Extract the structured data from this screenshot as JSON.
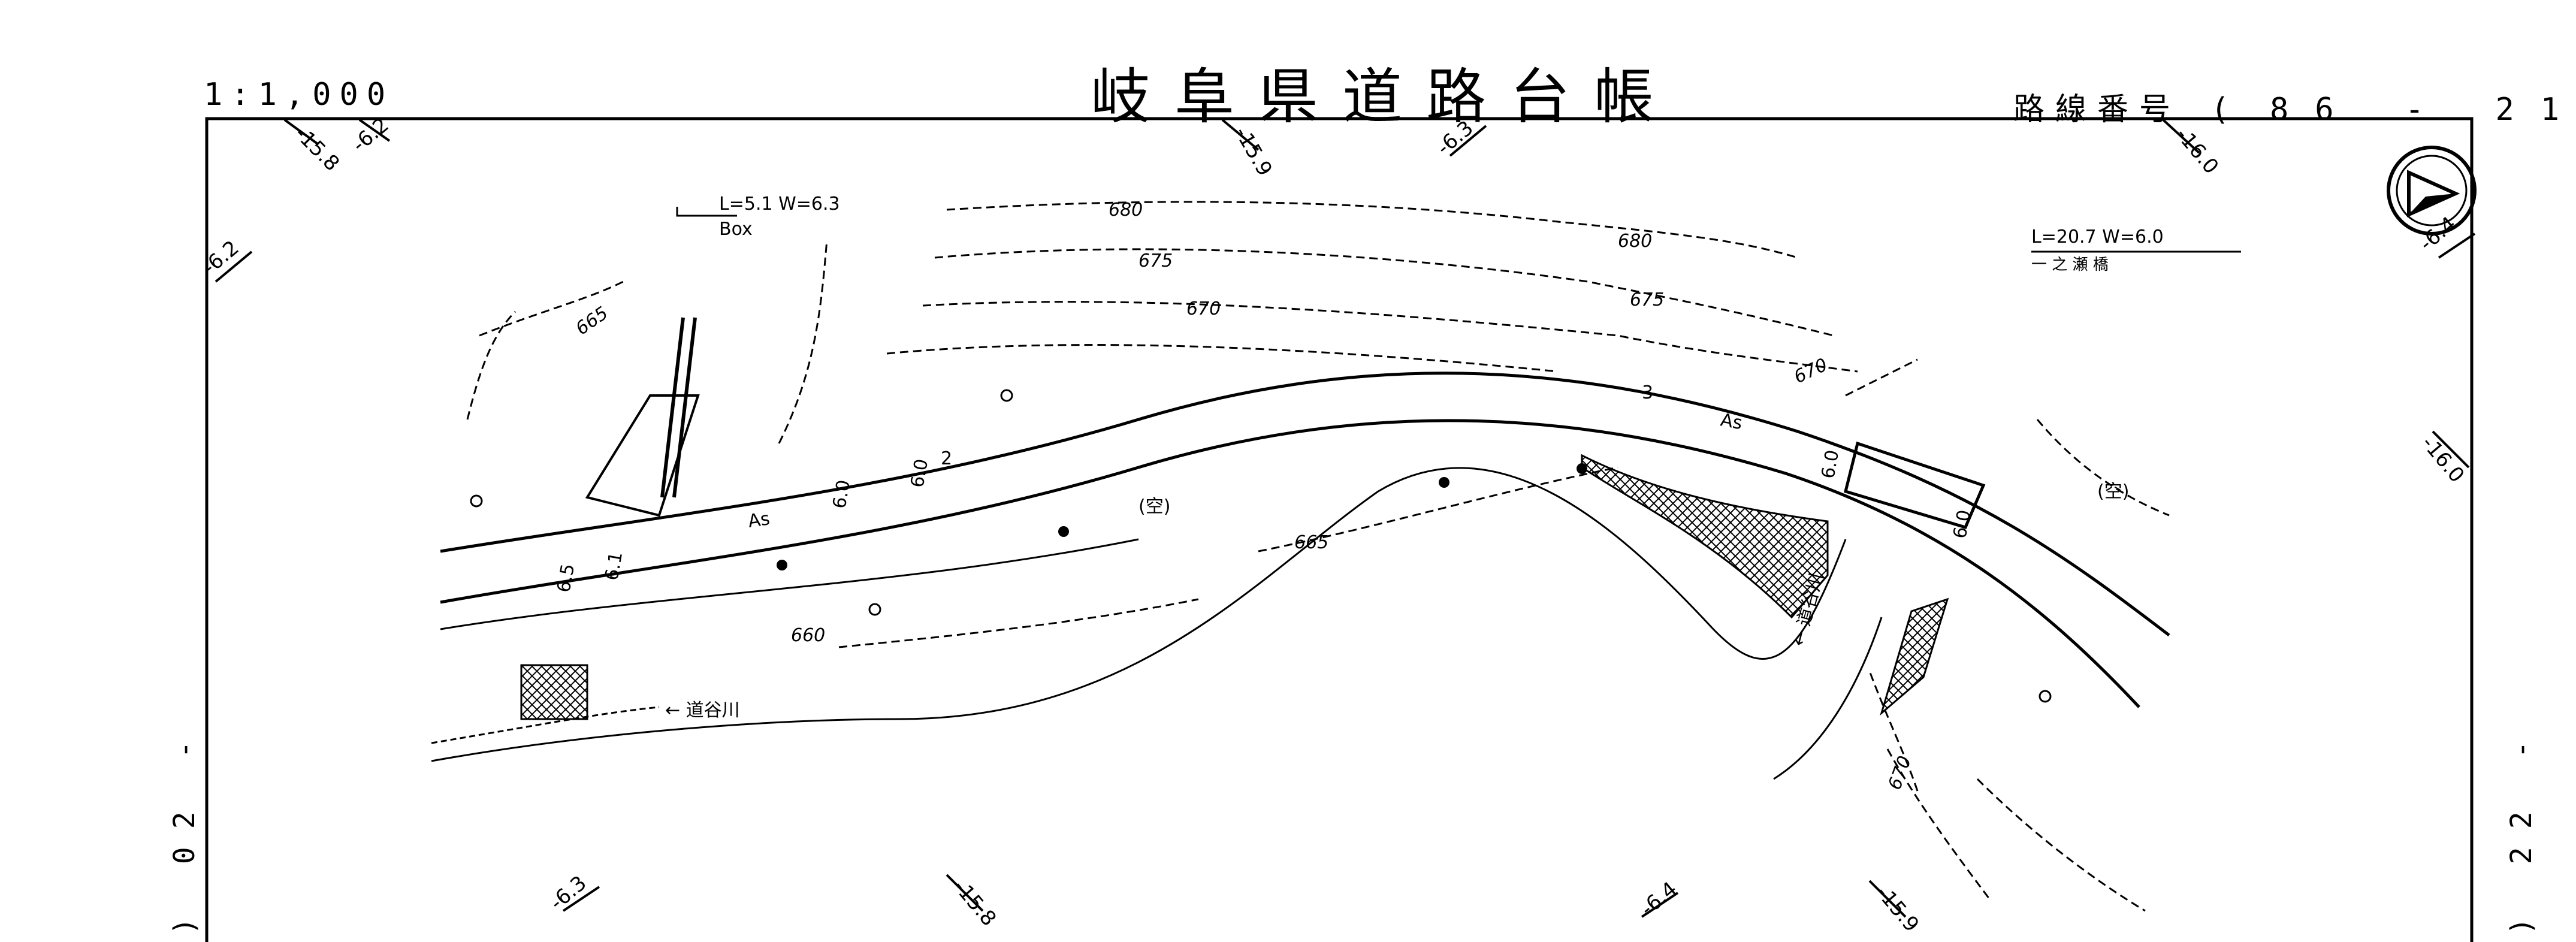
{
  "header": {
    "scale": "1:1,000",
    "title": "岐阜県道路台帳",
    "route_label": "路線番号",
    "route_open": "(",
    "route_number": "86 - 21",
    "route_close": ")"
  },
  "adjacent_sheets": {
    "left": ") 02 -",
    "right": ") 22 -"
  },
  "stations_top": [
    "-15.8",
    "-6.2",
    "-15.9",
    "-6.3",
    "-16.0",
    "-6.2",
    "-6.4",
    "-16.0"
  ],
  "stations_bottom": [
    "-6.3",
    "-15.8",
    "-6.4",
    "-15.9"
  ],
  "structures": {
    "culvert": {
      "dims": "L=5.1 W=6.3",
      "type": "Box"
    },
    "bridge": {
      "dims": "L=20.7 W=6.0",
      "name": "一 之 瀬 橋"
    }
  },
  "contours": [
    "680",
    "675",
    "680",
    "675",
    "670",
    "665",
    "665",
    "660",
    "670",
    "670"
  ],
  "road_labels": {
    "surface_as_1": "As",
    "surface_as_2": "As",
    "widths": [
      "6.5",
      "6.1",
      "6.0",
      "6.0",
      "6.0",
      "6.0",
      "2",
      "3"
    ],
    "vacant_1": "(空)",
    "vacant_2": "(空)"
  },
  "rivers": {
    "river_1": "← 道谷川",
    "river_2": "← 道谷川"
  },
  "colors": {
    "ink": "#000000",
    "paper": "#ffffff"
  },
  "north_arrow": "north-arrow-icon"
}
